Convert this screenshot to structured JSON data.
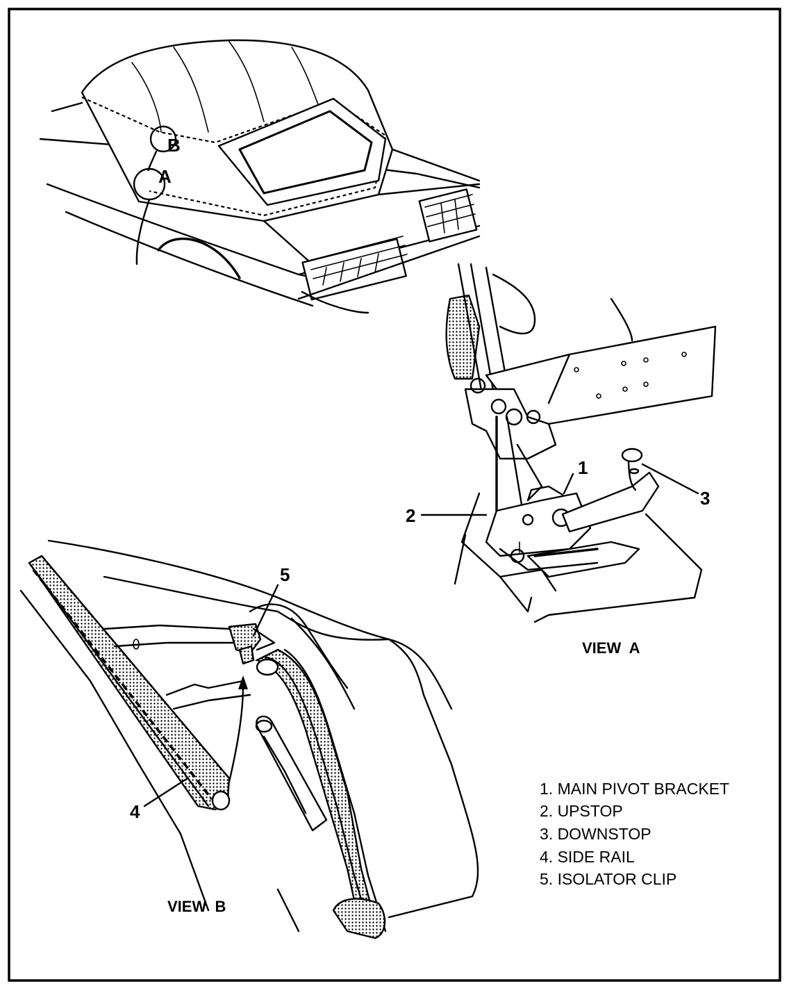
{
  "callouts": {
    "detail_b": "B",
    "detail_a": "A",
    "n1": "1",
    "n2": "2",
    "n3": "3",
    "n4": "4",
    "n5": "5"
  },
  "views": {
    "view_a": "VIEW  A",
    "view_b": "VIEW  B"
  },
  "legend": [
    "1. MAIN PIVOT BRACKET",
    "2. UPSTOP",
    "3. DOWNSTOP",
    "4. SIDE RAIL",
    "5. ISOLATOR CLIP"
  ]
}
